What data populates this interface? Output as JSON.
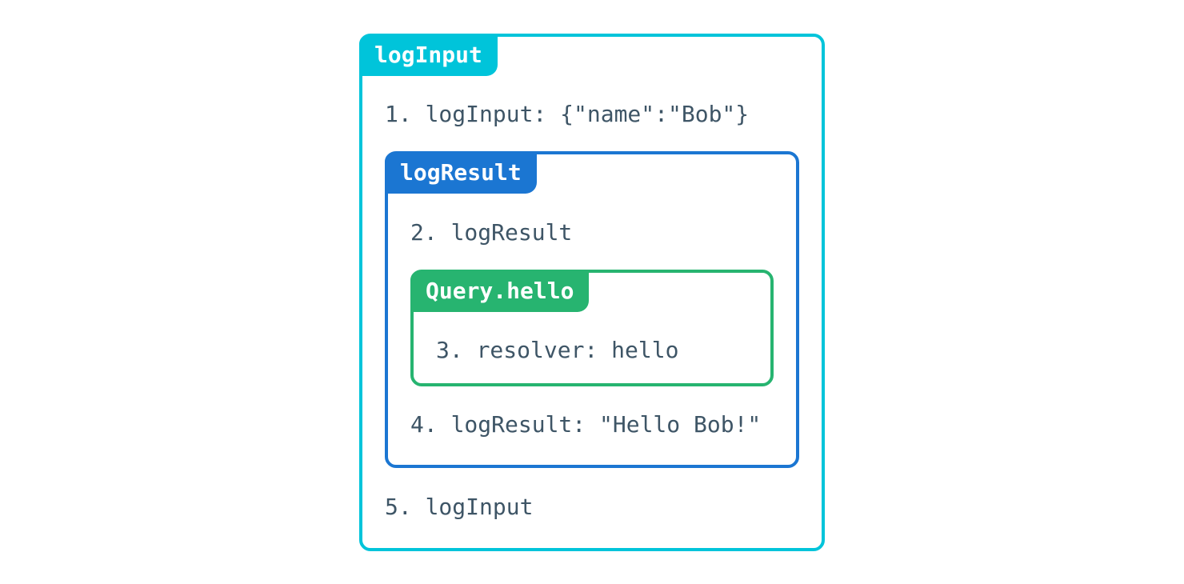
{
  "diagram": {
    "description": "Nested middleware execution diagram",
    "colors": {
      "outer_box": "#00c4da",
      "middle_box": "#1b76d2",
      "inner_box": "#27b470",
      "step_text": "#3e5566",
      "tab_text": "#ffffff",
      "background": "#ffffff"
    },
    "boxes": {
      "outer": {
        "label": "logInput"
      },
      "middle": {
        "label": "logResult"
      },
      "inner": {
        "label": "Query.hello"
      }
    },
    "steps": {
      "step1": "1. logInput: {\"name\":\"Bob\"}",
      "step2": "2. logResult",
      "step3": "3. resolver: hello",
      "step4": "4. logResult: \"Hello Bob!\"",
      "step5": "5. logInput"
    }
  }
}
